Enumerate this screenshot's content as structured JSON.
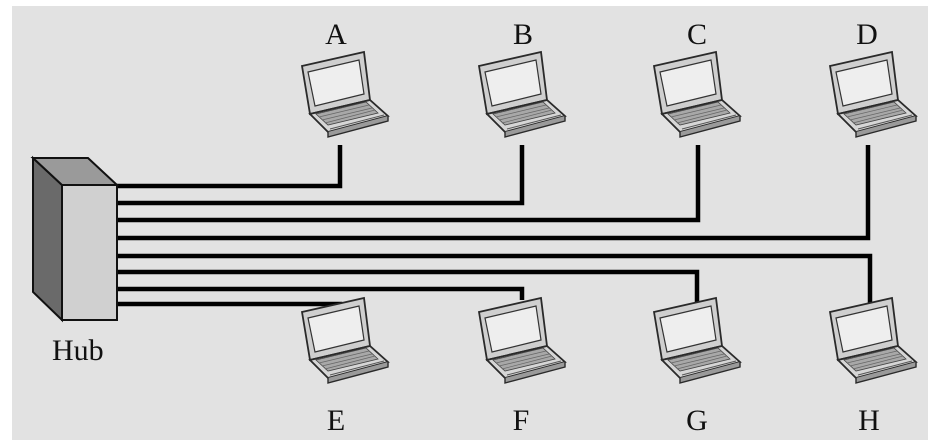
{
  "hub": {
    "label": "Hub"
  },
  "computers": [
    {
      "id": "A",
      "label": "A"
    },
    {
      "id": "B",
      "label": "B"
    },
    {
      "id": "C",
      "label": "C"
    },
    {
      "id": "D",
      "label": "D"
    },
    {
      "id": "E",
      "label": "E"
    },
    {
      "id": "F",
      "label": "F"
    },
    {
      "id": "G",
      "label": "G"
    },
    {
      "id": "H",
      "label": "H"
    }
  ],
  "colors": {
    "background": "#e2e2e2",
    "hub_front": "#d0d0d0",
    "hub_side": "#6a6a6a",
    "cable": "#000000"
  }
}
